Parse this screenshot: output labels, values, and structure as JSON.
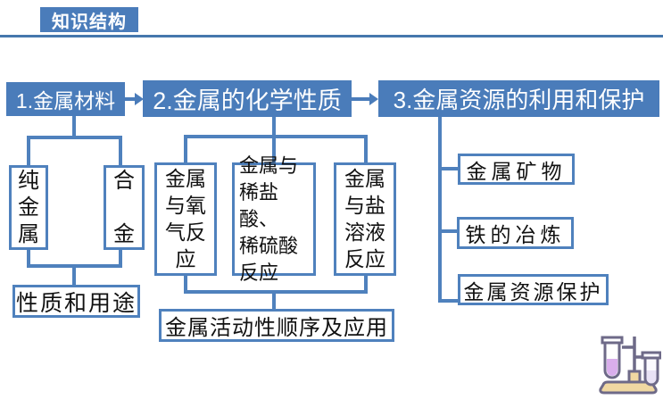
{
  "colors": {
    "accent_blue": "#4a7cba",
    "line_blue": "#4f81bd",
    "rule_blue": "#4577ad",
    "text_on_blue": "#ffffff"
  },
  "header": {
    "badge_label": "知识结构"
  },
  "nodes": {
    "n1": "1.金属材料",
    "n2": "2.金属的化学性质",
    "n3": "3.金属资源的利用和保护",
    "pure_metal": "纯\n金\n属",
    "alloy": "合\n\n金",
    "properties_and_uses": "性质和用途",
    "oxygen_reaction": "金属\n与氧\n气反\n应",
    "dilute_acid_reaction": "金属与\n稀盐酸、\n稀硫酸\n反应",
    "salt_solution_reaction": "金属\n与盐\n溶液\n反应",
    "activity_series": "金属活动性顺序及应用",
    "metal_minerals": "金属矿物",
    "iron_smelting": "铁的冶炼",
    "resource_protection": "金属资源保护"
  },
  "icons": {
    "flow_arrow": "right-arrow-icon",
    "bottom_right": "test-tube-stand-icon"
  }
}
